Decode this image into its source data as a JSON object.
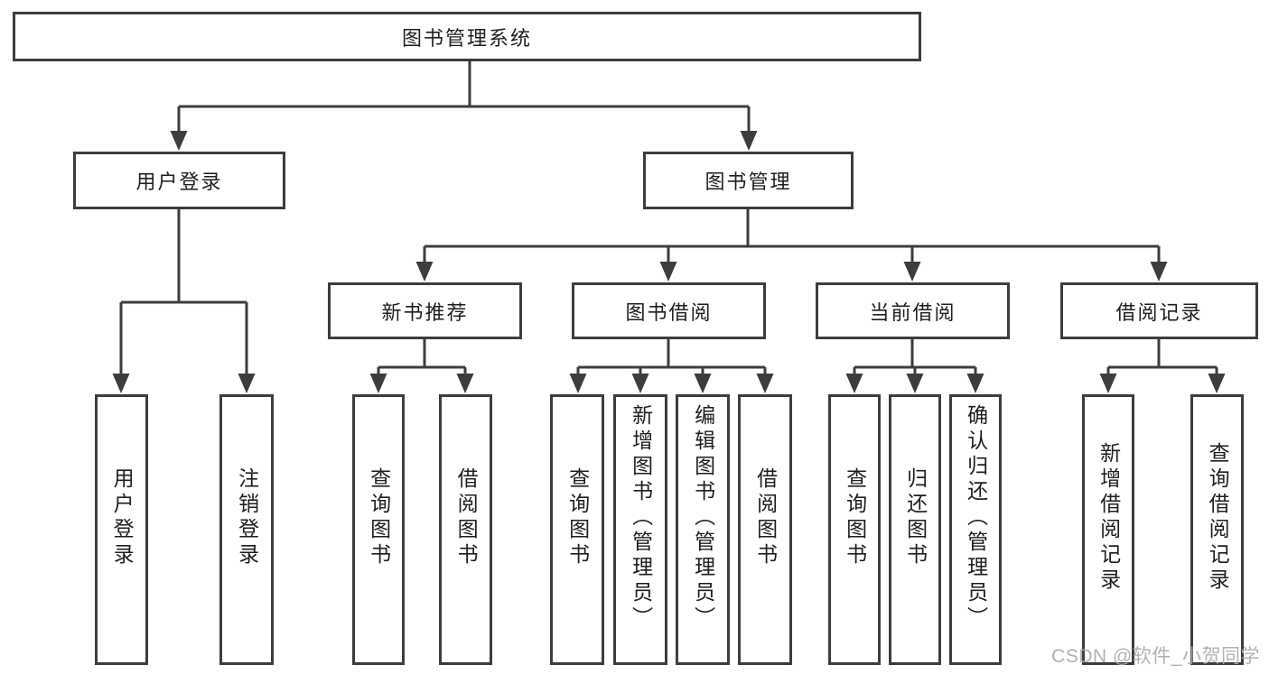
{
  "nodes": {
    "root": "图书管理系统",
    "user_login": "用户登录",
    "book_management": "图书管理",
    "new_book_recommend": "新书推荐",
    "book_borrow": "图书借阅",
    "current_borrow": "当前借阅",
    "borrow_records": "借阅记录",
    "leaf_user_login": "用户登录",
    "leaf_logout": "注销登录",
    "leaf_nb_query_books": "查询图书",
    "leaf_nb_borrow_books": "借阅图书",
    "leaf_bb_query_books": "查询图书",
    "leaf_bb_add_books": "新增图书（管理员）",
    "leaf_bb_edit_books": "编辑图书（管理员）",
    "leaf_bb_borrow_books": "借阅图书",
    "leaf_cb_query_books": "查询图书",
    "leaf_cb_return_books": "归还图书",
    "leaf_cb_confirm_return": "确认归还（管理员）",
    "leaf_br_add_record": "新增借阅记录",
    "leaf_br_query_record": "查询借阅记录"
  },
  "watermark": "CSDN @软件_小贺同学",
  "hierarchy": {
    "label": "图书管理系统",
    "children": [
      {
        "label": "用户登录",
        "children": [
          {
            "label": "用户登录"
          },
          {
            "label": "注销登录"
          }
        ]
      },
      {
        "label": "图书管理",
        "children": [
          {
            "label": "新书推荐",
            "children": [
              {
                "label": "查询图书"
              },
              {
                "label": "借阅图书"
              }
            ]
          },
          {
            "label": "图书借阅",
            "children": [
              {
                "label": "查询图书"
              },
              {
                "label": "新增图书（管理员）"
              },
              {
                "label": "编辑图书（管理员）"
              },
              {
                "label": "借阅图书"
              }
            ]
          },
          {
            "label": "当前借阅",
            "children": [
              {
                "label": "查询图书"
              },
              {
                "label": "归还图书"
              },
              {
                "label": "确认归还（管理员）"
              }
            ]
          },
          {
            "label": "借阅记录",
            "children": [
              {
                "label": "新增借阅记录"
              },
              {
                "label": "查询借阅记录"
              }
            ]
          }
        ]
      }
    ]
  },
  "colors": {
    "line": "#3d3d3d",
    "text": "#1e1e1e",
    "box_background": "#ffffff",
    "page_background": "#ffffff",
    "watermark_gray": "#ababab"
  }
}
